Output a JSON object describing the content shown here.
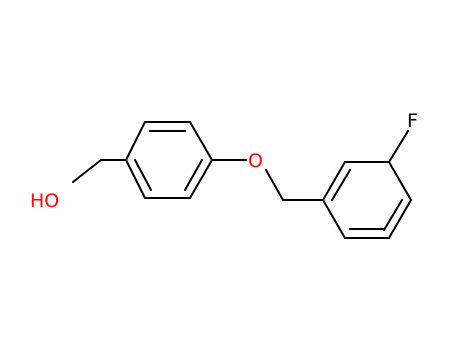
{
  "molecule": {
    "atoms": {
      "hydroxyl": {
        "label": "HO",
        "color": "#ff0d0d"
      },
      "ether_oxygen": {
        "label": "O",
        "color": "#ff0d0d"
      },
      "fluorine": {
        "label": "F",
        "color": "#000000"
      }
    },
    "bond_color": "#000000"
  }
}
